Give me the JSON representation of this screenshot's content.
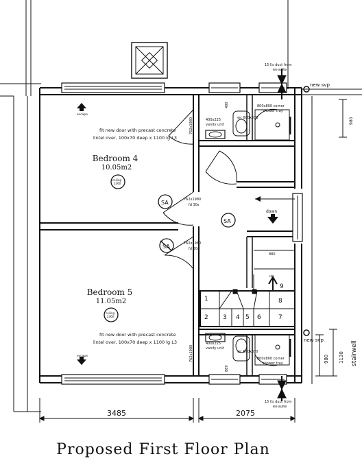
{
  "title": "Proposed First Floor Plan",
  "rooms": {
    "bed4_name": "Bedroom 4",
    "bed4_area": "10.05m2",
    "bed5_name": "Bedroom 5",
    "bed5_area": "11.05m2"
  },
  "notes": {
    "door_note_1a": "fit new door with precast concrete",
    "door_note_1b": "lintel over, 100x70 deep x 1100 lg L3",
    "door_note_2a": "fit new door with precast concrete",
    "door_note_2b": "lintel over, 100x70 deep x 1100 lg L3",
    "escape_top": "escape",
    "escape_bottom": "escape",
    "duct_top_a": "15 l/s duct from",
    "duct_top_b": "en-suite",
    "duct_bot_a": "15 l/s duct from",
    "duct_bot_b": "en-suite",
    "svp_top": "new svp",
    "svp_bot": "new svp",
    "vanity_top": "400x225",
    "vanity_top_b": "vanity unit",
    "vanity_bot": "400x225",
    "vanity_bot_b": "vanity unit",
    "wc_top": "wc 600x370",
    "wc_bot": "wc 600x370",
    "shower_top_a": "800x800 corner",
    "shower_top_b": "shower tray",
    "shower_bot_a": "800x800 corner",
    "shower_bot_b": "shower tray",
    "door_size_1": "762x1980",
    "door_size_2": "762x1980",
    "door_size_3": "762x1980",
    "door_size_4": "762x1980",
    "fd_1": "fd 30s",
    "fd_2": "fd 30s",
    "ceiling_1": "ceiling",
    "ceiling_1b": "2360",
    "ceiling_2": "ceiling",
    "ceiling_2b": "2360",
    "sa": "SA",
    "down": "down",
    "up": "up",
    "stairwell": "stairwell"
  },
  "dimensions": {
    "left_width": "3485",
    "right_width": "2075",
    "top_980": "980",
    "bot_980": "980",
    "bot_1130": "1130",
    "top_480": "480",
    "bot_889": "889",
    "stair_880": "880"
  },
  "stairs": {
    "treads": [
      "1",
      "2",
      "3",
      "4",
      "5",
      "6",
      "7",
      "8",
      "9"
    ]
  }
}
